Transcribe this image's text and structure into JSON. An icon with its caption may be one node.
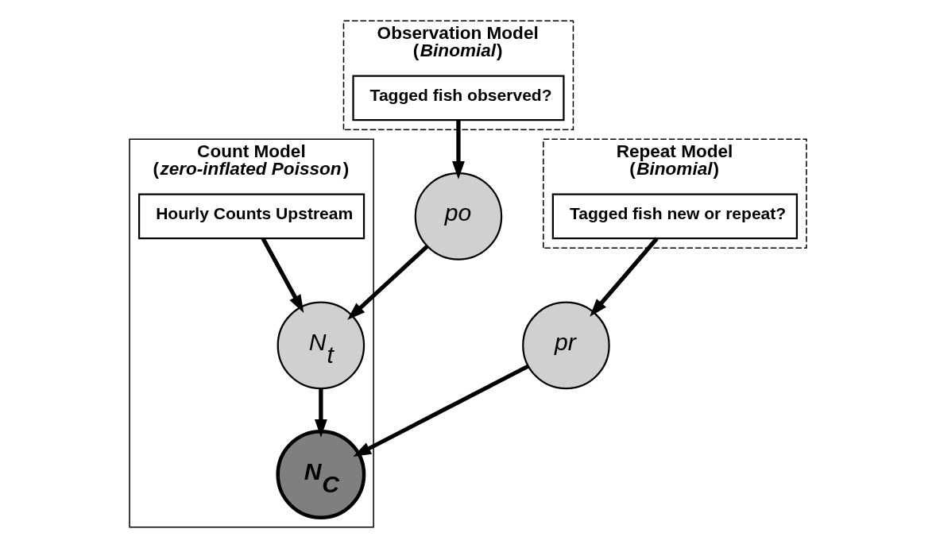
{
  "diagram": {
    "nodes": [
      {
        "text": [
          "Count Model",
          "(*zero-inflated Poisson*)"
        ]
      },
      {
        "text": [
          "Observation Model",
          "(*Binomial*)"
        ]
      },
      {
        "text": [
          "Tagged fish observed?"
        ],
        "in": 1
      },
      {
        "text": [
          "po"
        ]
      },
      {
        "text": [
          "Hourly Counts Upstream"
        ],
        "in": 0
      },
      {
        "text": [
          "N$_{t}$"
        ],
        "in": 0
      },
      {
        "text": [
          "Repeat Model",
          "(*Binomial*)"
        ]
      },
      {
        "text": [
          "pr"
        ]
      },
      {
        "text": [
          "Tagged fish new or repeat?"
        ],
        "in": 6
      },
      {
        "text": [
          "N$_{C}$"
        ],
        "in": 0
      }
    ],
    "edges": [
      {
        "from": 2,
        "to": 3,
        "arrow": "to"
      },
      {
        "from": 3,
        "to": 5,
        "arrow": "to"
      },
      {
        "from": 4,
        "to": 5,
        "arrow": "to"
      },
      {
        "from": 5,
        "to": 9,
        "arrow": "to"
      },
      {
        "from": 7,
        "to": 9,
        "arrow": "to"
      },
      {
        "from": 8,
        "to": 7,
        "arrow": "to"
      }
    ]
  }
}
